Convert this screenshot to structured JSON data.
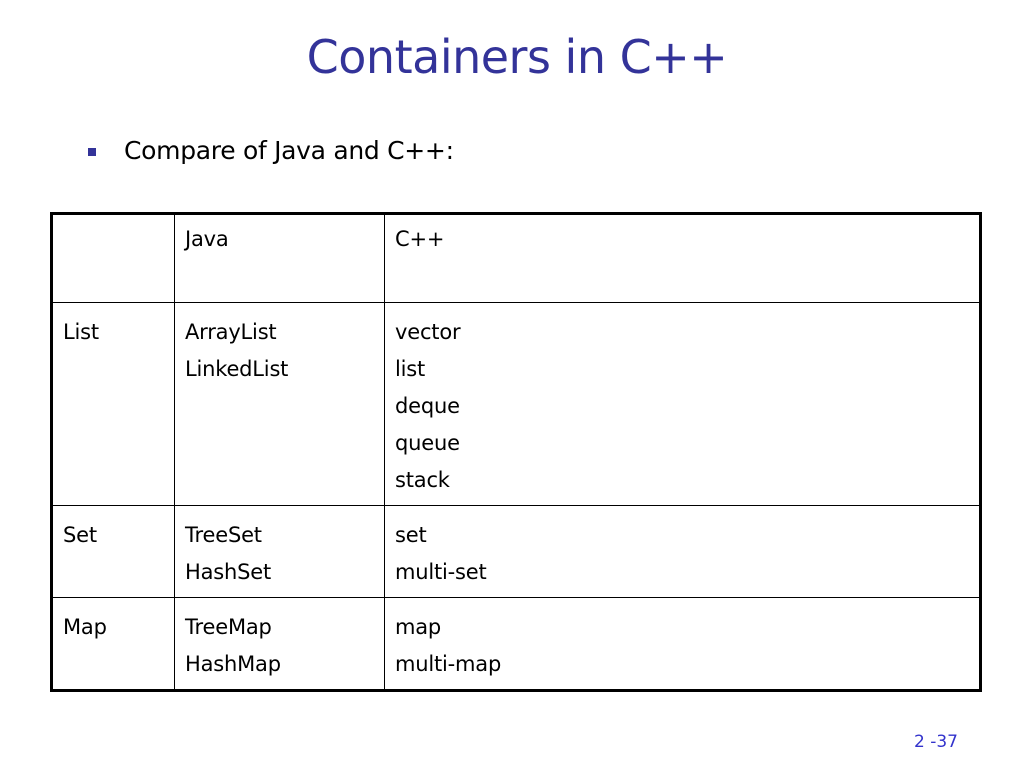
{
  "slide": {
    "title": "Containers in C++",
    "bullet": "Compare of Java and C++:",
    "page_number": "2 -37"
  },
  "table": {
    "headers": [
      "",
      "Java",
      "C++"
    ],
    "rows": [
      {
        "label": "List",
        "java": [
          "ArrayList",
          "LinkedList"
        ],
        "cpp": [
          "vector",
          "list",
          "deque",
          "queue",
          "stack"
        ]
      },
      {
        "label": "Set",
        "java": [
          "TreeSet",
          "HashSet"
        ],
        "cpp": [
          "set",
          "multi-set"
        ]
      },
      {
        "label": "Map",
        "java": [
          "TreeMap",
          "HashMap"
        ],
        "cpp": [
          "map",
          "multi-map"
        ]
      }
    ]
  },
  "colors": {
    "title": "#333399",
    "bullet": "#333399",
    "page_number": "#3333cc"
  }
}
